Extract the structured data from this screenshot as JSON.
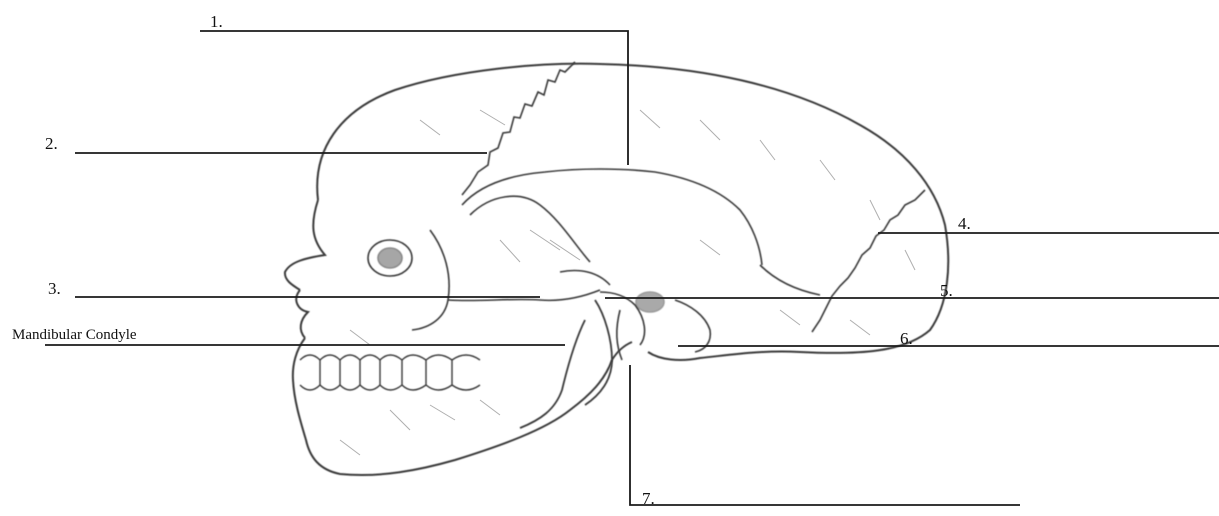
{
  "diagram": {
    "top_caption": "",
    "labels": {
      "l1": "1.",
      "l2": "2.",
      "l3": "3.",
      "l4": "4.",
      "l5": "5.",
      "l6": "6.",
      "l7": "7.",
      "condyle": "Mandibular Condyle"
    },
    "colors": {
      "line": "#1a1a1a",
      "bone_outline": "#3a3a3a",
      "shading": "#9a9a9a",
      "background": "#ffffff"
    }
  }
}
